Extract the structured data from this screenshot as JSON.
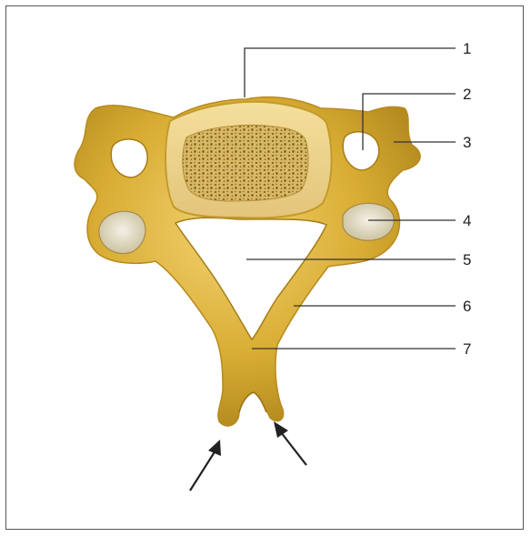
{
  "diagram": {
    "labels": [
      "1",
      "2",
      "3",
      "4",
      "5",
      "6",
      "7"
    ],
    "colors": {
      "bone": "#d9ad33",
      "bone_dark": "#a57d17",
      "bone_light": "#f0cf6a",
      "body_top": "#ecd59a",
      "spongy_dots": "#6b5418",
      "facet": "#e9e4d4",
      "leader_line": "#333333",
      "frame": "#555555"
    }
  }
}
